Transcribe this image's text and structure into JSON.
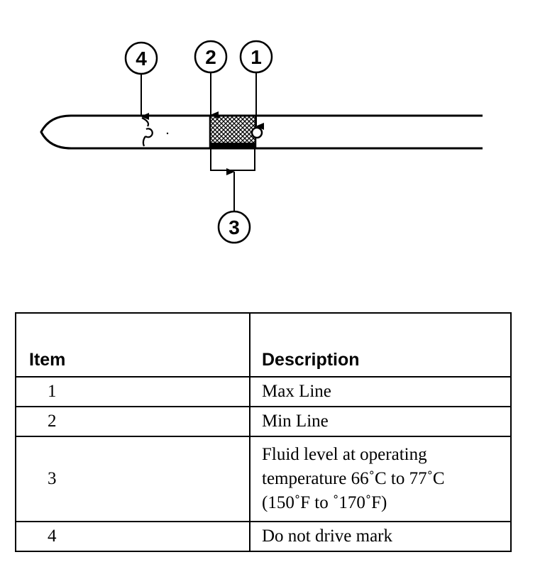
{
  "callouts": [
    "1",
    "2",
    "3",
    "4"
  ],
  "table": {
    "headers": {
      "item": "Item",
      "description": "Description"
    },
    "rows": [
      {
        "item": "1",
        "description": [
          "Max Line"
        ]
      },
      {
        "item": "2",
        "description": [
          "Min Line"
        ]
      },
      {
        "item": "3",
        "description": [
          "Fluid level at operating",
          "temperature 66˚C to 77˚C",
          "(150˚F to ˚170˚F)"
        ]
      },
      {
        "item": "4",
        "description": [
          "Do not drive mark"
        ]
      }
    ]
  }
}
